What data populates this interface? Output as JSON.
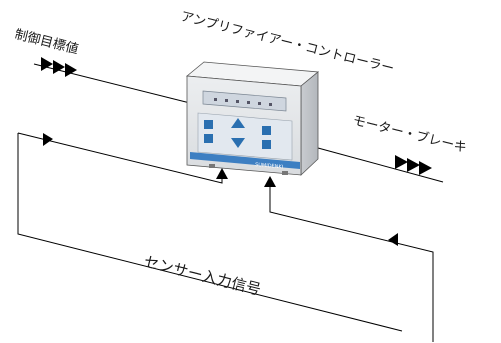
{
  "labels": {
    "target_input": "制御目標値",
    "controller": "アンプリファイアー・コントローラー",
    "motor_brake": "モーター・ブレーキ",
    "sensor_input": "センサー入力信号"
  },
  "device": {
    "brand_text": "SUMIDENKI",
    "body_color": "#e6e8ea",
    "panel_color": "#dfe6ee",
    "button_color": "#2a6fb0",
    "display_color": "#d7dde6"
  },
  "colors": {
    "line": "#000000",
    "text": "#1a1a1a"
  }
}
